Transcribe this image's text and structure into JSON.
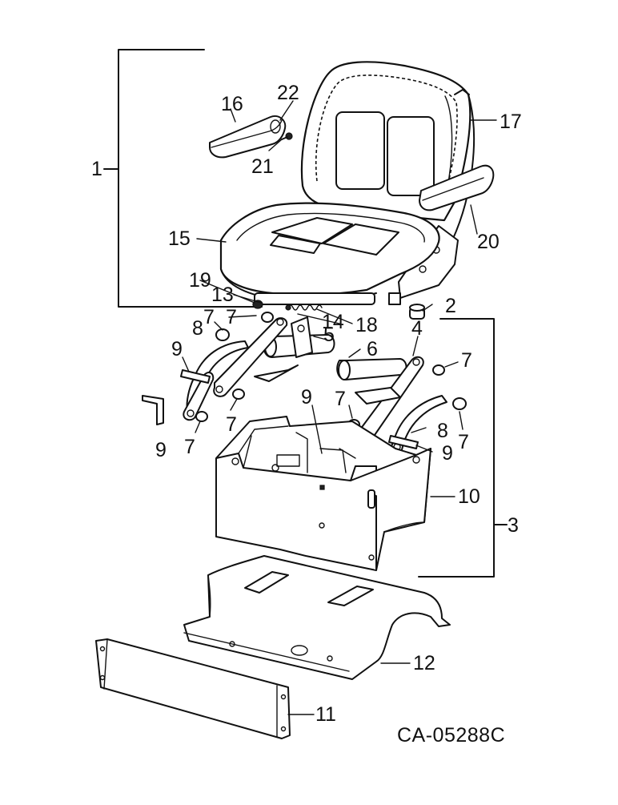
{
  "diagram": {
    "drawing_code": "CA-05288C",
    "callouts": {
      "c1": "1",
      "c2": "2",
      "c3": "3",
      "c4": "4",
      "c5": "5",
      "c6": "6",
      "c7a": "7",
      "c7b": "7",
      "c7c": "7",
      "c7d": "7",
      "c7e": "7",
      "c7f": "7",
      "c7g": "7",
      "c8a": "8",
      "c8b": "8",
      "c9a": "9",
      "c9b": "9",
      "c9c": "9",
      "c9d": "9",
      "c10": "10",
      "c11": "11",
      "c12": "12",
      "c13": "13",
      "c14": "14",
      "c15": "15",
      "c16": "16",
      "c17": "17",
      "c18": "18",
      "c19": "19",
      "c20": "20",
      "c21": "21",
      "c22": "22"
    },
    "colors": {
      "ink": "#111111",
      "paper": "#ffffff"
    }
  }
}
